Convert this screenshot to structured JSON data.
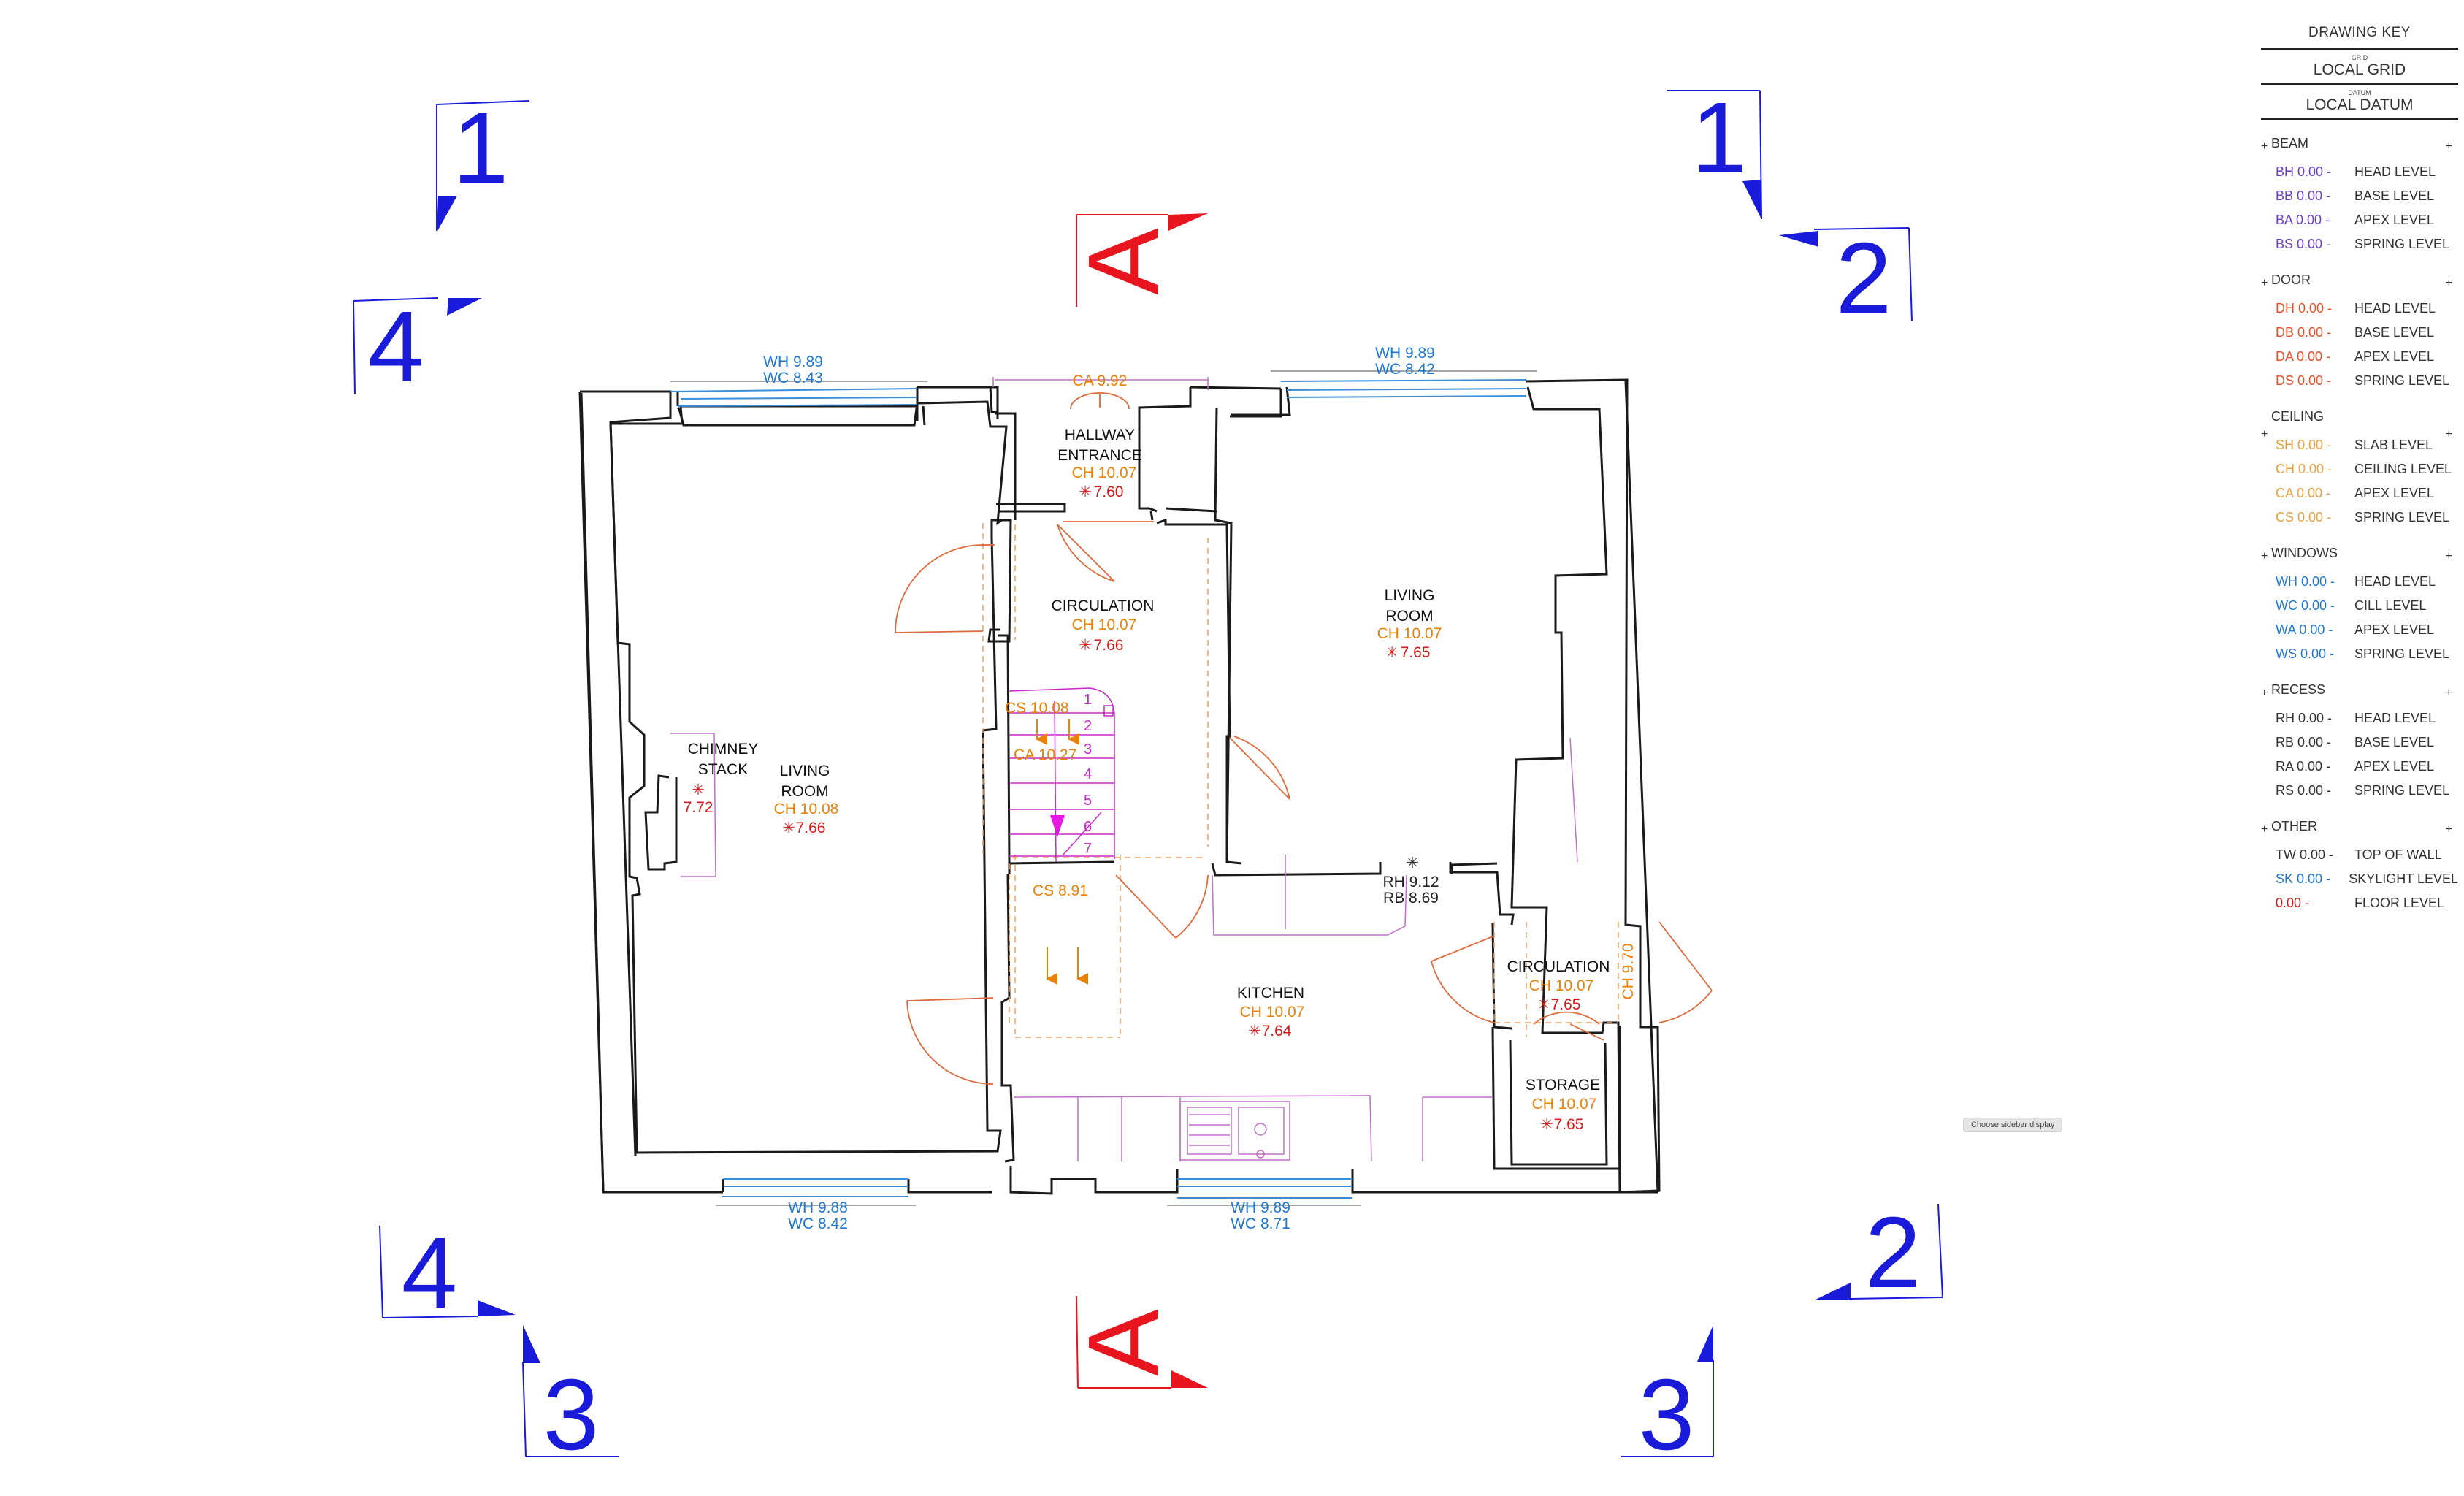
{
  "section_markers": {
    "a": "A",
    "one": "1",
    "two": "2",
    "three": "3",
    "four": "4"
  },
  "windows": {
    "top_left": {
      "wh": "WH 9.89",
      "wc": "WC 8.43"
    },
    "top_right": {
      "wh": "WH 9.89",
      "wc": "WC 8.42"
    },
    "bottom_left": {
      "wh": "WH 9.88",
      "wc": "WC 8.42"
    },
    "bottom_right": {
      "wh": "WH 9.89",
      "wc": "WC 8.71"
    }
  },
  "door_labels": {
    "entrance_ca": "CA 9.92",
    "side_ch": "CH 9.70"
  },
  "rooms": {
    "hallway": {
      "name1": "HALLWAY",
      "name2": "ENTRANCE",
      "ch": "CH 10.07",
      "fl": "7.60"
    },
    "circulation_upper": {
      "name": "CIRCULATION",
      "ch": "CH 10.07",
      "fl": "7.66"
    },
    "living_left": {
      "name1": "LIVING",
      "name2": "ROOM",
      "ch": "CH 10.08",
      "fl": "7.66"
    },
    "chimney": {
      "name1": "CHIMNEY",
      "name2": "STACK",
      "fl": "7.72"
    },
    "living_right": {
      "name1": "LIVING",
      "name2": "ROOM",
      "ch": "CH 10.07",
      "fl": "7.65"
    },
    "kitchen": {
      "name": "KITCHEN",
      "ch": "CH 10.07",
      "fl": "7.64"
    },
    "circulation_lower": {
      "name": "CIRCULATION",
      "ch": "CH 10.07",
      "fl": "7.65"
    },
    "storage": {
      "name": "STORAGE",
      "ch": "CH 10.07",
      "fl": "7.65"
    }
  },
  "stair": {
    "cs": "CS 10.08",
    "ca": "CA 10.27",
    "cs_lower": "CS 8.91",
    "treads": [
      "1",
      "2",
      "3",
      "4",
      "5",
      "6",
      "7"
    ]
  },
  "recess": {
    "rh": "RH 9.12",
    "rb": "RB 8.69"
  },
  "tooltip": "Choose sidebar display",
  "key": {
    "title": "DRAWING KEY",
    "grid_label": "GRID",
    "grid_value": "LOCAL GRID",
    "datum_label": "DATUM",
    "datum_value": "LOCAL DATUM",
    "sections": [
      {
        "title": "BEAM",
        "rows": [
          {
            "code": "BH 0.00 -",
            "desc": "HEAD LEVEL"
          },
          {
            "code": "BB 0.00 -",
            "desc": "BASE LEVEL"
          },
          {
            "code": "BA 0.00 -",
            "desc": "APEX LEVEL"
          },
          {
            "code": "BS 0.00 -",
            "desc": "SPRING LEVEL"
          }
        ]
      },
      {
        "title": "DOOR",
        "rows": [
          {
            "code": "DH 0.00 -",
            "desc": "HEAD LEVEL"
          },
          {
            "code": "DB 0.00 -",
            "desc": "BASE LEVEL"
          },
          {
            "code": "DA 0.00 -",
            "desc": "APEX LEVEL"
          },
          {
            "code": "DS 0.00 -",
            "desc": "SPRING LEVEL"
          }
        ]
      },
      {
        "title": "CEILING",
        "rows": [
          {
            "code": "SH 0.00 -",
            "desc": "SLAB LEVEL"
          },
          {
            "code": "CH 0.00 -",
            "desc": "CEILING LEVEL"
          },
          {
            "code": "CA 0.00 -",
            "desc": "APEX LEVEL"
          },
          {
            "code": "CS 0.00 -",
            "desc": "SPRING LEVEL"
          }
        ]
      },
      {
        "title": "WINDOWS",
        "rows": [
          {
            "code": "WH 0.00 -",
            "desc": "HEAD LEVEL"
          },
          {
            "code": "WC 0.00 -",
            "desc": "CILL LEVEL"
          },
          {
            "code": "WA 0.00 -",
            "desc": "APEX LEVEL"
          },
          {
            "code": "WS 0.00 -",
            "desc": "SPRING LEVEL"
          }
        ]
      },
      {
        "title": "RECESS",
        "rows": [
          {
            "code": "RH 0.00 -",
            "desc": "HEAD LEVEL"
          },
          {
            "code": "RB 0.00 -",
            "desc": "BASE LEVEL"
          },
          {
            "code": "RA 0.00 -",
            "desc": "APEX LEVEL"
          },
          {
            "code": "RS 0.00 -",
            "desc": "SPRING LEVEL"
          }
        ]
      },
      {
        "title": "OTHER",
        "rows": [
          {
            "code": "TW 0.00 -",
            "desc": "TOP OF WALL"
          },
          {
            "code": "SK 0.00 -",
            "desc": "SKYLIGHT LEVEL"
          },
          {
            "code": "0.00 -",
            "desc": "FLOOR LEVEL"
          }
        ]
      }
    ]
  },
  "colors": {
    "wall": "#1a1a1a",
    "grid_marker": "#1a1adb",
    "section_marker": "#e8141e",
    "window_text": "#1e78d2",
    "ceiling_text": "#e8820a",
    "floor_text": "#d41a1a",
    "beam_text": "#6a3fc8",
    "door_text": "#e8502a",
    "stair": "#c828c8",
    "door_swing": "#e06a3a",
    "recess_text": "#222222"
  }
}
